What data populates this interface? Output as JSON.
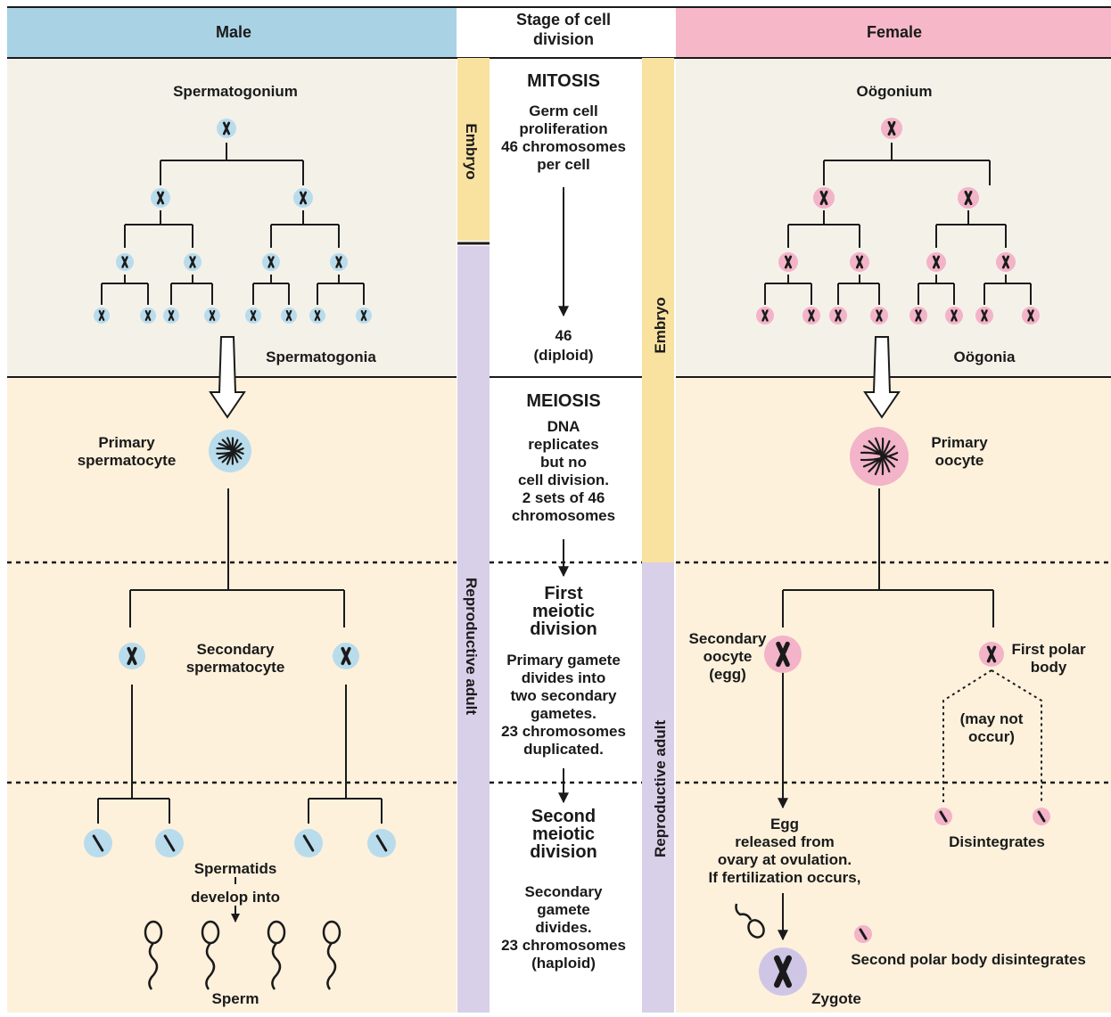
{
  "header": {
    "male": "Male",
    "stage_line1": "Stage of cell",
    "stage_line2": "division",
    "female": "Female"
  },
  "band_labels": {
    "embryo_left": "Embryo",
    "repro_left": "Reproductive adult",
    "embryo_right": "Embryo",
    "repro_right": "Reproductive adult"
  },
  "center": {
    "mitosis_title": "MITOSIS",
    "mitosis_text": [
      "Germ cell",
      "proliferation",
      "46 chromosomes",
      "per cell"
    ],
    "diploid_count": "46",
    "diploid_label": "(diploid)",
    "meiosis_title": "MEIOSIS",
    "meiosis_text": [
      "DNA",
      "replicates",
      "but no",
      "cell division.",
      "2 sets of 46",
      "chromosomes"
    ],
    "first_div_title": [
      "First",
      "meiotic",
      "division"
    ],
    "first_div_text": [
      "Primary gamete",
      "divides into",
      "two secondary",
      "gametes.",
      "23 chromosomes",
      "duplicated."
    ],
    "second_div_title": [
      "Second",
      "meiotic",
      "division"
    ],
    "second_div_text": [
      "Secondary",
      "gamete",
      "divides.",
      "23 chromosomes",
      "(haploid)"
    ]
  },
  "male": {
    "spermatogonium": "Spermatogonium",
    "spermatogonia": "Spermatogonia",
    "primary_spermatocyte": [
      "Primary",
      "spermatocyte"
    ],
    "secondary_spermatocyte": [
      "Secondary",
      "spermatocyte"
    ],
    "spermatids": "Spermatids",
    "develop_into": "develop into",
    "sperm": "Sperm"
  },
  "female": {
    "oogonium": "Oögonium",
    "oogonia": "Oögonia",
    "primary_oocyte": [
      "Primary",
      "oocyte"
    ],
    "secondary_oocyte": [
      "Secondary",
      "oocyte",
      "(egg)"
    ],
    "first_polar_body": [
      "First polar",
      "body"
    ],
    "may_not_occur": [
      "(may not",
      "occur)"
    ],
    "disintegrates": "Disintegrates",
    "egg_text": [
      "Egg",
      "released from",
      "ovary at ovulation.",
      "If fertilization occurs,"
    ],
    "second_polar_body": "Second polar body disintegrates",
    "zygote": "Zygote"
  },
  "colors": {
    "male_header": "#a9d3e5",
    "female_header": "#f6b8c8",
    "top_section": "#f4f1e9",
    "meiosis_section": "#fdf1dc",
    "embryo_band": "#f9e1a0",
    "repro_band": "#d8cfe8",
    "male_cell": "#b9dcec",
    "female_cell": "#f3b3c8",
    "zygote_cell": "#cfc6e6",
    "line": "#1a1a1a"
  }
}
